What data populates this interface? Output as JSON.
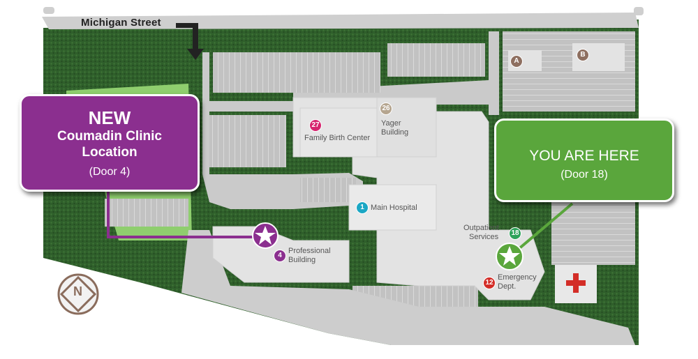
{
  "street": {
    "name": "Michigan Street"
  },
  "callouts": {
    "new_clinic": {
      "line1": "NEW",
      "line2": "Coumadin Clinic",
      "line3": "Location",
      "door": "(Door 4)"
    },
    "you_are_here": {
      "line1": "YOU ARE HERE",
      "door": "(Door 18)"
    }
  },
  "buildings": {
    "family_birth": {
      "number": "27",
      "name": "Family Birth Center",
      "color": "#d6246e"
    },
    "yager": {
      "number": "26",
      "line1": "Yager",
      "line2": "Building",
      "color": "#b5a58f"
    },
    "main_hospital": {
      "number": "1",
      "name": "Main Hospital",
      "color": "#1ba7c4"
    },
    "professional": {
      "number": "4",
      "line1": "Professional",
      "line2": "Building",
      "color": "#8b2f8f"
    },
    "outpatient": {
      "number": "18",
      "line1": "Outpatient",
      "line2": "Services",
      "color": "#2ea35a"
    },
    "emergency": {
      "number": "12",
      "line1": "Emergency",
      "line2": "Dept.",
      "color": "#d32d27"
    },
    "building_a": {
      "letter": "A"
    },
    "building_b": {
      "letter": "B"
    }
  },
  "compass": {
    "letter": "N"
  },
  "colors": {
    "grass": "#2f5f2b",
    "light_grass": "#8fce6e",
    "road": "#c9c9c9",
    "parking": "#bdbdbd",
    "building": "#e4e4e4",
    "purple": "#8b2f8f",
    "green": "#5aa63c"
  }
}
